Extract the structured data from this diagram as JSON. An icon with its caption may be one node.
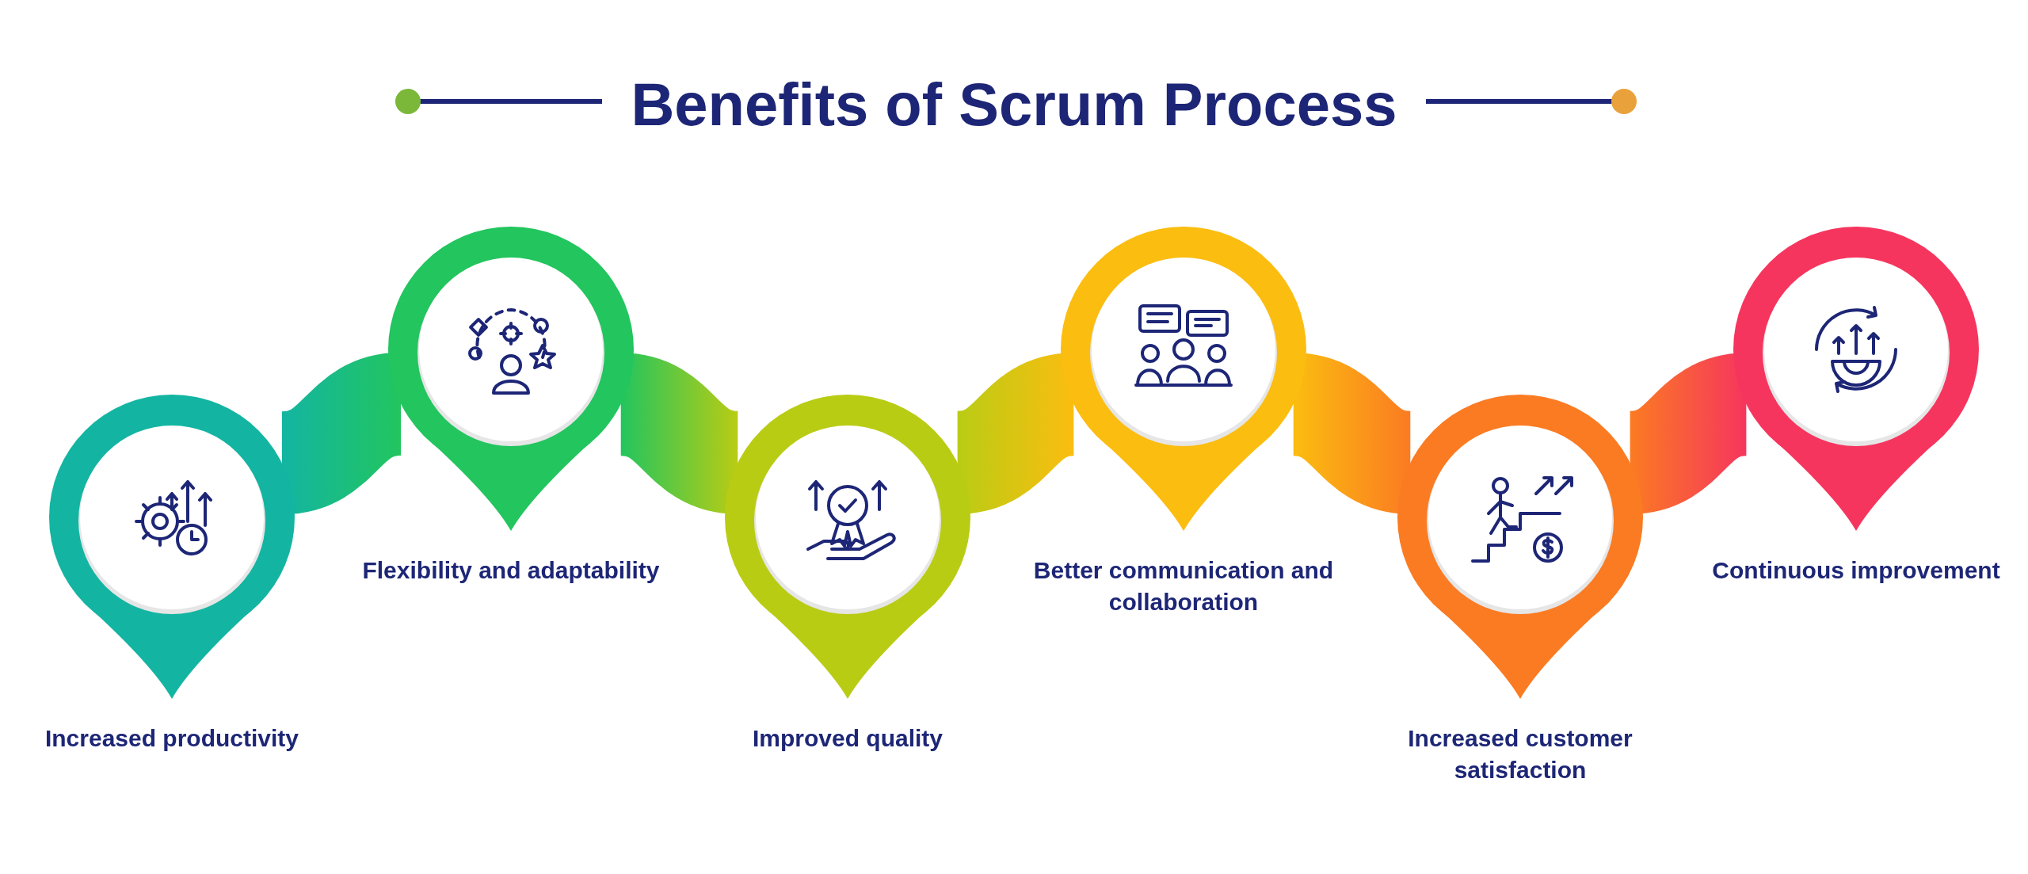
{
  "diagram": {
    "title": "Benefits of Scrum Process",
    "nodes": [
      {
        "text": [
          "Increased productivity"
        ]
      },
      {
        "text": [
          "Flexibility and adaptability"
        ]
      },
      {
        "text": [
          "Improved quality"
        ]
      },
      {
        "text": [
          "Better communication and collaboration"
        ]
      },
      {
        "text": [
          "Increased customer satisfaction"
        ]
      },
      {
        "text": [
          "Continuous improvement"
        ]
      }
    ],
    "edges": [
      {
        "from": 0,
        "to": 1,
        "arrow": "none"
      },
      {
        "from": 1,
        "to": 2,
        "arrow": "none"
      },
      {
        "from": 2,
        "to": 3,
        "arrow": "none"
      },
      {
        "from": 3,
        "to": 4,
        "arrow": "none"
      },
      {
        "from": 4,
        "to": 5,
        "arrow": "none"
      }
    ]
  }
}
